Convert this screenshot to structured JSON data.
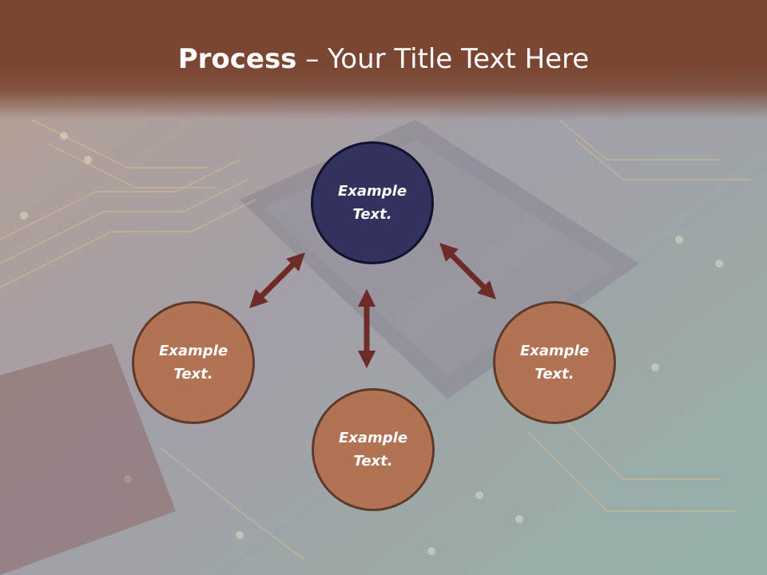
{
  "title": {
    "bold": "Process",
    "rest": " – Your Title Text Here"
  },
  "nodes": {
    "top": "Example Text.",
    "left": "Example Text.",
    "right": "Example Text.",
    "bottom": "Example Text."
  },
  "colors": {
    "title_bar": "#7a4632",
    "top_node_fill": "#33315e",
    "side_node_fill": "#b27355",
    "arrow": "#6e2b27"
  }
}
